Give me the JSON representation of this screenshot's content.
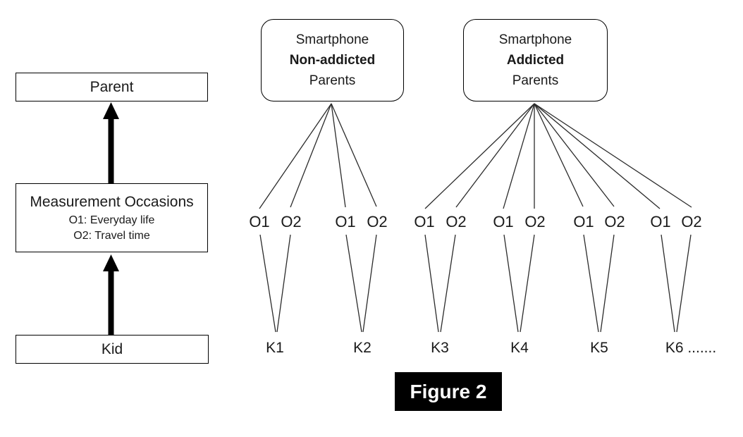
{
  "figure": {
    "caption": "Figure 2"
  },
  "left_flow": {
    "parent_label": "Parent",
    "measurement_title": "Measurement Occasions",
    "measurement_sub1": "O1: Everyday life",
    "measurement_sub2": "O2: Travel time",
    "kid_label": "Kid"
  },
  "parent_groups": [
    {
      "line1": "Smartphone",
      "line2_bold": "Non-addicted",
      "line3": "Parents"
    },
    {
      "line1": "Smartphone",
      "line2_bold": "Addicted",
      "line3": "Parents"
    }
  ],
  "occasion_labels": [
    "O1",
    "O2",
    "O1",
    "O2",
    "O1",
    "O2",
    "O1",
    "O2",
    "O1",
    "O2",
    "O1",
    "O2"
  ],
  "kid_labels": [
    "K1",
    "K2",
    "K3",
    "K4",
    "K5",
    "K6 ......."
  ],
  "colors": {
    "line": "#2b2b2b",
    "border": "#000000",
    "text": "#1a1a1a",
    "caption_bg": "#000000",
    "caption_text": "#ffffff"
  }
}
